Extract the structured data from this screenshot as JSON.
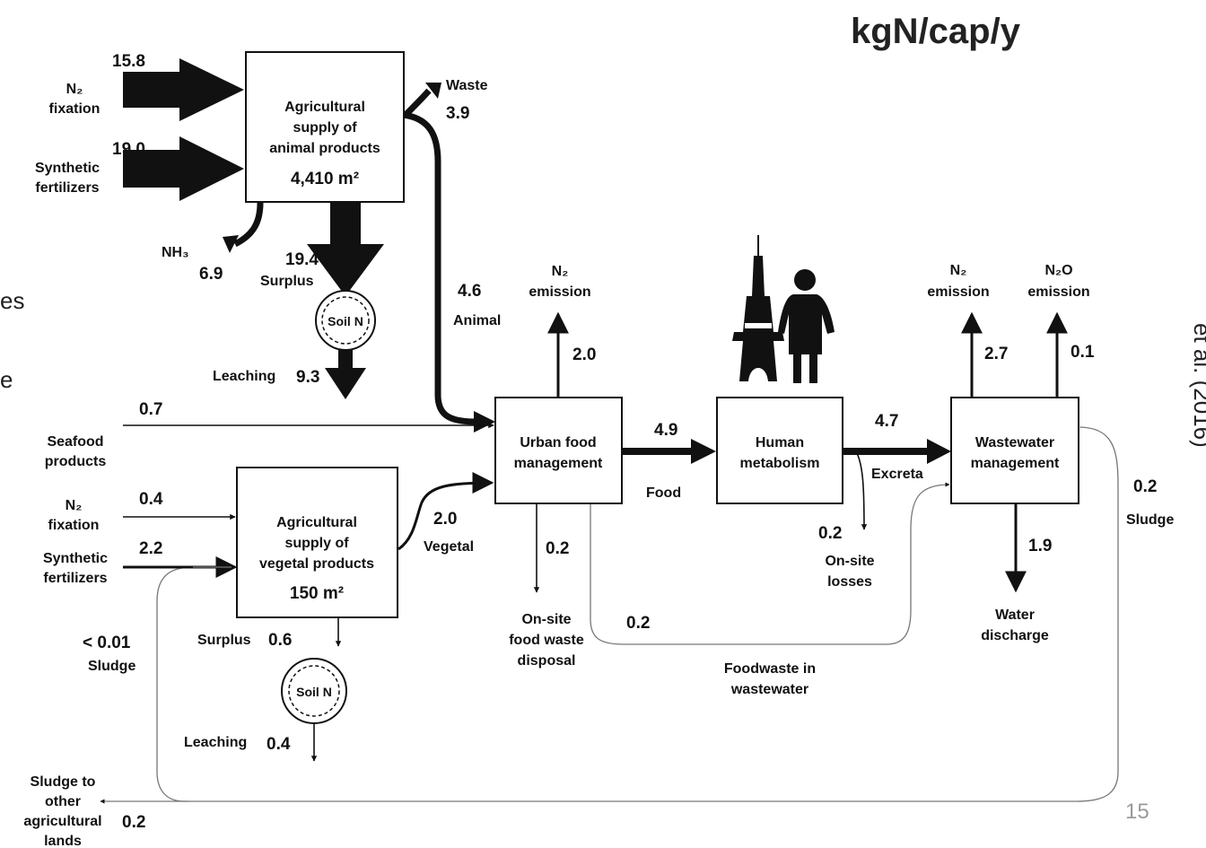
{
  "unit_title": "kgN/cap/y",
  "page_number": "15",
  "left_edge_fragments": [
    "es",
    "e"
  ],
  "right_edge_vertical": "et al. (2016)",
  "animal_supply": {
    "title_lines": [
      "Agricultural",
      "supply of",
      "animal products"
    ],
    "area": "4,410 m²"
  },
  "vegetal_supply": {
    "title_lines": [
      "Agricultural",
      "supply of",
      "vegetal products"
    ],
    "area": "150 m²"
  },
  "urban_food": {
    "title_lines": [
      "Urban food",
      "management"
    ]
  },
  "human_metabolism": {
    "title_lines": [
      "Human",
      "metabolism"
    ]
  },
  "wastewater": {
    "title_lines": [
      "Wastewater",
      "management"
    ]
  },
  "soil_label": "Soil N",
  "inputs_animal": {
    "n2_fixation": {
      "label_lines": [
        "N₂",
        "fixation"
      ],
      "value": "15.8"
    },
    "synthetic": {
      "label_lines": [
        "Synthetic",
        "fertilizers"
      ],
      "value": "19.0"
    }
  },
  "inputs_vegetal": {
    "seafood": {
      "label_lines": [
        "Seafood",
        "products"
      ],
      "value": "0.7"
    },
    "n2_fixation": {
      "label_lines": [
        "N₂",
        "fixation"
      ],
      "value": "0.4"
    },
    "synthetic": {
      "label_lines": [
        "Synthetic",
        "fertilizers"
      ],
      "value": "2.2"
    }
  },
  "flows": {
    "waste": {
      "label": "Waste",
      "value": "3.9"
    },
    "nh3": {
      "label": "NH₃",
      "value": "6.9"
    },
    "surplus_animal": {
      "label": "Surplus",
      "value": "19.4"
    },
    "leaching_animal": {
      "label": "Leaching",
      "value": "9.3"
    },
    "animal": {
      "label": "Animal",
      "value": "4.6"
    },
    "n2_emission_urban": {
      "label_lines": [
        "N₂",
        "emission"
      ],
      "value": "2.0"
    },
    "food": {
      "label": "Food",
      "value": "4.9"
    },
    "excreta": {
      "label": "Excreta",
      "value": "4.7"
    },
    "n2_emission_ww": {
      "label_lines": [
        "N₂",
        "emission"
      ],
      "value": "2.7"
    },
    "n2o_emission_ww": {
      "label_lines": [
        "N₂O",
        "emission"
      ],
      "value": "0.1"
    },
    "sludge_ww": {
      "label": "Sludge",
      "value": "0.2"
    },
    "water_discharge": {
      "label_lines": [
        "Water",
        "discharge"
      ],
      "value": "1.9"
    },
    "onsite_losses": {
      "label_lines": [
        "On-site",
        "losses"
      ],
      "value": "0.2"
    },
    "vegetal": {
      "label": "Vegetal",
      "value": "2.0"
    },
    "onsite_food_waste": {
      "label_lines": [
        "On-site",
        "food waste",
        "disposal"
      ],
      "value": "0.2"
    },
    "foodwaste_ww": {
      "label_lines": [
        "Foodwaste in",
        "wastewater"
      ],
      "value": "0.2"
    },
    "surplus_vegetal": {
      "label": "Surplus",
      "value": "0.6"
    },
    "leaching_vegetal": {
      "label": "Leaching",
      "value": "0.4"
    },
    "sludge_vegetal": {
      "label": "Sludge",
      "value": "< 0.01"
    },
    "sludge_other": {
      "label_lines": [
        "Sludge to",
        "other",
        "agricultural",
        "lands"
      ],
      "value": "0.2"
    }
  }
}
